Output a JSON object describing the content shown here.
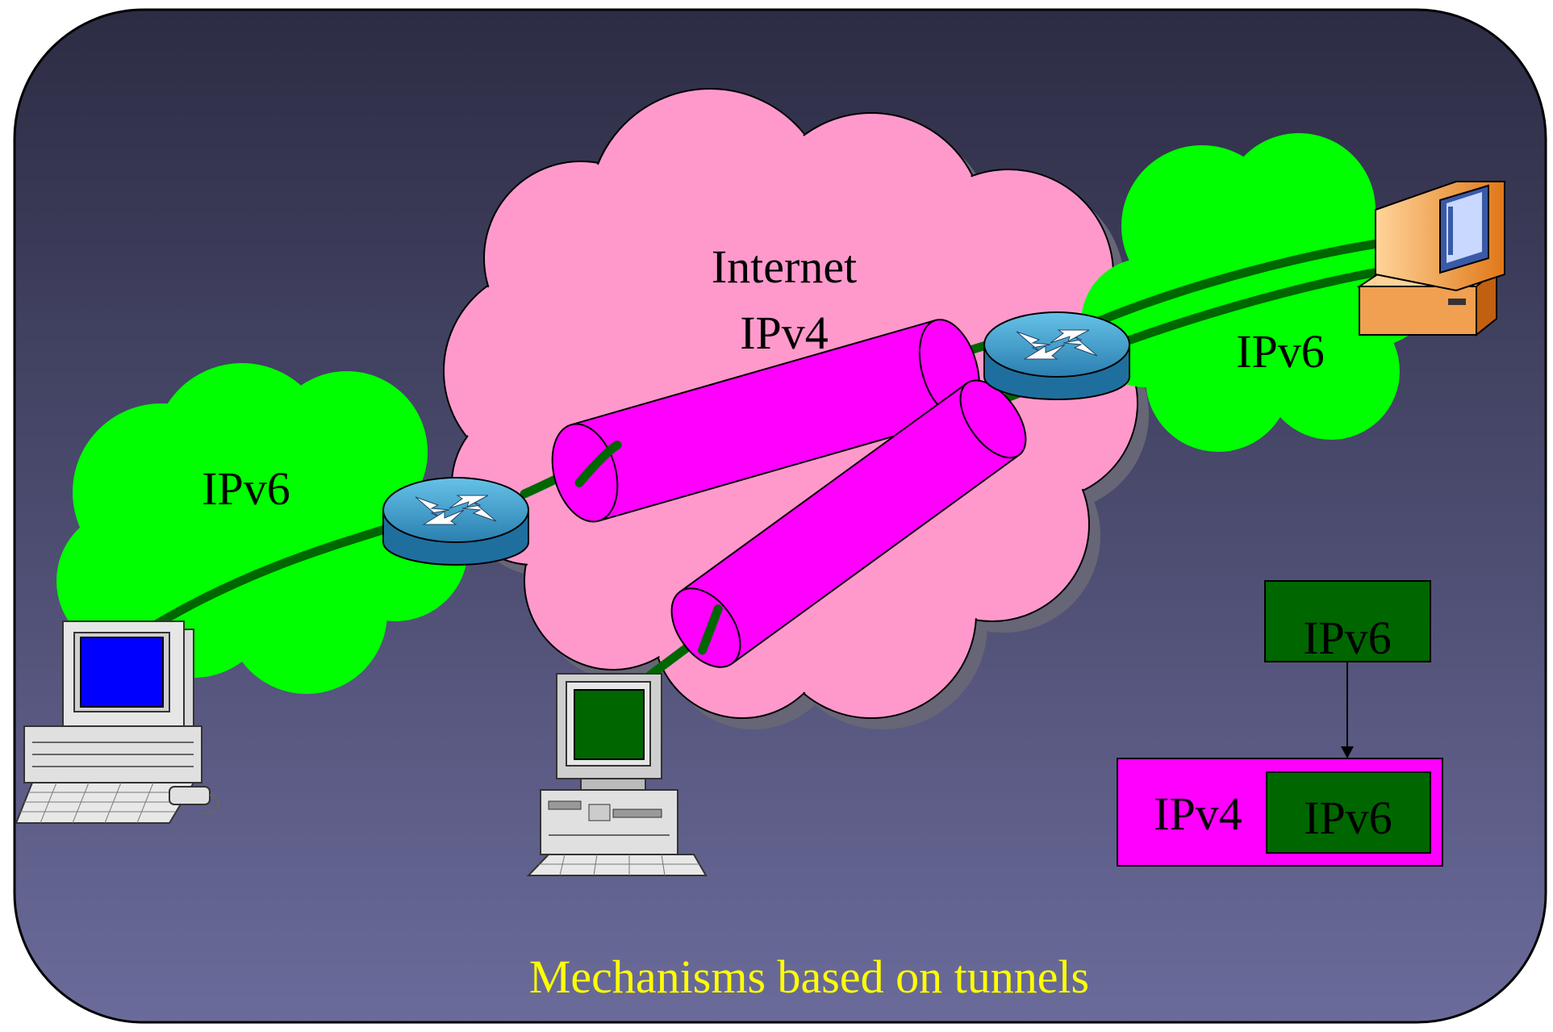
{
  "labels": {
    "internet_line1": "Internet",
    "internet_line2": "IPv4",
    "left_network": "IPv6",
    "right_network": "IPv6",
    "packet_ipv6": "IPv6",
    "packet_outer": "IPv4",
    "packet_inner": "IPv6",
    "caption": "Mechanisms based on tunnels"
  },
  "icons": {
    "left_host": "desktop-computer-icon",
    "center_host": "workstation-computer-icon",
    "right_host": "monitor-computer-icon",
    "router": "router-icon",
    "tunnel": "cylinder-tunnel-icon"
  },
  "colors": {
    "background_top": "#2c2c44",
    "background_bottom": "#6b6b9b",
    "internet_cloud": "#ff99cc",
    "ipv6_cloud": "#00ff00",
    "tunnel": "#ff00ff",
    "link": "#006600",
    "packet_ipv6": "#006600",
    "packet_ipv4": "#ff00ff",
    "caption": "#ffff00"
  }
}
